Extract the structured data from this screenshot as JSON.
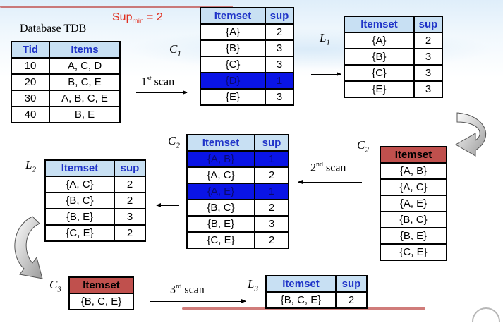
{
  "sup_min": {
    "base": "Sup",
    "sub": "min",
    "value": " = 2"
  },
  "db_title": "Database TDB",
  "labels": {
    "c1": {
      "letter": "C",
      "num": "1"
    },
    "l1": {
      "letter": "L",
      "num": "1"
    },
    "c2_top": {
      "letter": "C",
      "num": "2"
    },
    "c2_right": {
      "letter": "C",
      "num": "2"
    },
    "l2": {
      "letter": "L",
      "num": "2"
    },
    "c3": {
      "letter": "C",
      "num": "3"
    },
    "l3": {
      "letter": "L",
      "num": "3"
    }
  },
  "scans": [
    {
      "num": "1",
      "suffix": "st",
      "text": " scan"
    },
    {
      "num": "2",
      "suffix": "nd",
      "text": " scan"
    },
    {
      "num": "3",
      "suffix": "rd",
      "text": " scan"
    }
  ],
  "headers": {
    "tid": "Tid",
    "items": "Items",
    "itemset": "Itemset",
    "sup": "sup"
  },
  "tdb": [
    {
      "tid": "10",
      "items": "A, C, D"
    },
    {
      "tid": "20",
      "items": "B, C, E"
    },
    {
      "tid": "30",
      "items": "A, B, C, E"
    },
    {
      "tid": "40",
      "items": "B, E"
    }
  ],
  "c1": [
    {
      "itemset": "{A}",
      "sup": "2"
    },
    {
      "itemset": "{B}",
      "sup": "3"
    },
    {
      "itemset": "{C}",
      "sup": "3"
    },
    {
      "itemset": "{D}",
      "sup": "1"
    },
    {
      "itemset": "{E}",
      "sup": "3"
    }
  ],
  "l1": [
    {
      "itemset": "{A}",
      "sup": "2"
    },
    {
      "itemset": "{B}",
      "sup": "3"
    },
    {
      "itemset": "{C}",
      "sup": "3"
    },
    {
      "itemset": "{E}",
      "sup": "3"
    }
  ],
  "c2_candidates": [
    "{A, B}",
    "{A, C}",
    "{A, E}",
    "{B, C}",
    "{B, E}",
    "{C, E}"
  ],
  "c2_counts": [
    {
      "itemset": "{A, B}",
      "sup": "1"
    },
    {
      "itemset": "{A, C}",
      "sup": "2"
    },
    {
      "itemset": "{A, E}",
      "sup": "1"
    },
    {
      "itemset": "{B, C}",
      "sup": "2"
    },
    {
      "itemset": "{B, E}",
      "sup": "3"
    },
    {
      "itemset": "{C, E}",
      "sup": "2"
    }
  ],
  "l2": [
    {
      "itemset": "{A, C}",
      "sup": "2"
    },
    {
      "itemset": "{B, C}",
      "sup": "2"
    },
    {
      "itemset": "{B, E}",
      "sup": "3"
    },
    {
      "itemset": "{C, E}",
      "sup": "2"
    }
  ],
  "c3_candidates": [
    "{B, C, E}"
  ],
  "l3": [
    {
      "itemset": "{B, C, E}",
      "sup": "2"
    }
  ],
  "colors": {
    "header_text": "#1f33c8",
    "header_red_bg": "#c0504d",
    "pruned_row_bg": "#0a14e6",
    "sup_min_text": "#e03020"
  }
}
